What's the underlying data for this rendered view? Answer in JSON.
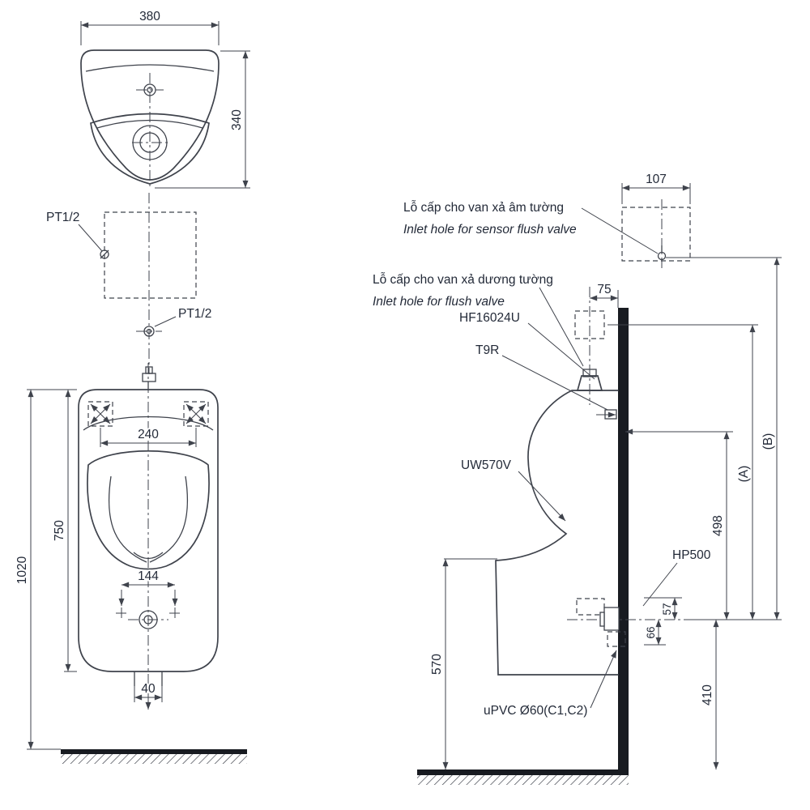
{
  "drawing": {
    "type": "urinal installation dimensional drawing"
  },
  "colors": {
    "line": "#3f434c",
    "text": "#232a38",
    "wall_fill": "#181b21",
    "background": "#ffffff"
  },
  "top_view": {
    "dim_width": "380",
    "dim_depth": "340"
  },
  "fittings": {
    "pt_top": "PT1/2",
    "pt_mid": "PT1/2"
  },
  "front_view": {
    "dim_hanger_span": "240",
    "dim_body_height": "750",
    "dim_total_height": "1020",
    "dim_bolt_span": "144",
    "dim_outlet_width": "40"
  },
  "side_view": {
    "dim_sensor_inset": "107",
    "sensor_note_vi": "Lỗ cấp cho van xả âm tường",
    "sensor_note_en": "Inlet hole for sensor flush valve",
    "flush_note_vi": "Lỗ cấp cho van xả dương tường",
    "flush_note_en": "Inlet hole for flush valve",
    "valve_model": "HF16024U",
    "spud_model": "T9R",
    "dim_valve_inset": "75",
    "product_model": "UW570V",
    "dim_a": "(A)",
    "dim_b": "(B)",
    "dim_spud_height": "498",
    "trap_model": "HP500",
    "dim_outlet_offset": "57",
    "dim_trap_drop": "66",
    "dim_front_height": "570",
    "dim_outlet_height": "410",
    "pipe_note": "uPVC Ø60(C1,C2)"
  }
}
